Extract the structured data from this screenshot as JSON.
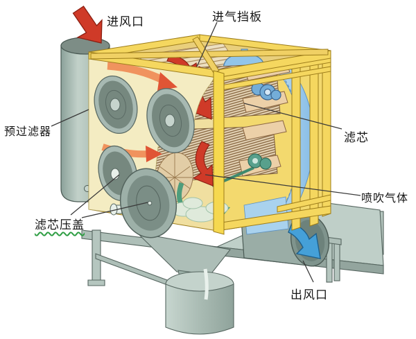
{
  "diagram": {
    "type": "cutaway-technical-illustration",
    "subject": "cartridge dust collector / air filtration unit",
    "labels": {
      "inlet": "进风口",
      "intake_baffle": "进气挡板",
      "pre_filter": "预过滤器",
      "filter_cartridge": "滤芯",
      "pulse_gas": "喷吹气体",
      "cartridge_cover": "滤芯压盖",
      "outlet": "出风口"
    },
    "colors": {
      "housing_yellow": "#f5d75f",
      "housing_face_cream": "#f4ecc2",
      "interior_yellow": "#f0dfa0",
      "flow_arrow_red": "#cf3a28",
      "flow_arrow_orange": "#f0935e",
      "clean_air_blue": "#9ccae8",
      "outlet_arrow_blue": "#45a0d8",
      "pulse_valve_teal": "#58a08c",
      "dust_arrow_green": "#4e9d7c",
      "metal_gray_green": "#a9bcb3",
      "cartridge_tan": "#e9d9bc",
      "leader_line": "#3a3a3a",
      "spellcheck_underline_green": "#2f9e44"
    }
  }
}
